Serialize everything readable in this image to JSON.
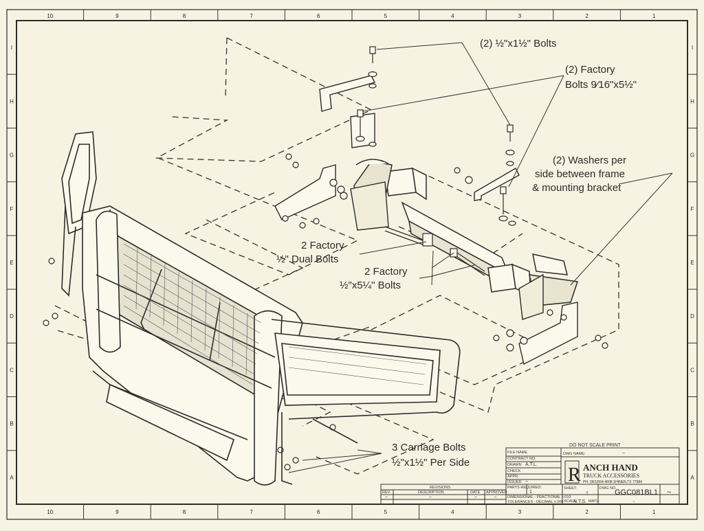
{
  "border": {
    "columns": [
      "10",
      "9",
      "8",
      "7",
      "6",
      "5",
      "4",
      "3",
      "2",
      "1"
    ],
    "rows": [
      "I",
      "H",
      "G",
      "F",
      "E",
      "D",
      "C",
      "B",
      "A"
    ]
  },
  "callouts": {
    "bolts_top": "(2) ½\"x1½\" Bolts",
    "factory_bolts_1": "(2) Factory",
    "factory_bolts_2": "Bolts 9⁄16\"x5½\"",
    "washers_1": "(2) Washers per",
    "washers_2": "side between frame",
    "washers_3": "& mounting bracket",
    "dual_bolts_1": "2 Factory",
    "dual_bolts_2": "½\" Dual Bolts",
    "factory_2_1": "2 Factory",
    "factory_2_2": "½\"x5¼\" Bolts",
    "carriage_1": "3 Carriage Bolts",
    "carriage_2": "½\"x1½\" Per Side"
  },
  "title_block": {
    "do_not_scale": "DO NOT SCALE PRINT",
    "file_name_label": "FILE NAME",
    "contract_label": "CONTRACT NO.",
    "drawn_label": "DRAWN",
    "drawn_value": "A.T.L.",
    "check_label": "CHECK",
    "appr_label": "APPR.",
    "issued_label": "ISSUED",
    "issued_value": "~",
    "dwg_name_label": "DWG NAME:",
    "dwg_name_value": "~",
    "company_initial": "R",
    "company_name": "ANCH HAND",
    "company_sub": "TRUCK ACCESSORIES",
    "company_contact": "PH. (361)594-4608 SHINER,TX 77984",
    "parts_required_label": "PARTS REQUIRED:",
    "parts_required_value": "1",
    "dim_frac": "DIMENSIONAL - FRACTIONAL ±.010",
    "tol_dec": "TOLERANCES - DECIMAL ±.005",
    "sheet_label": "SHEET:",
    "sheet_value": "1",
    "scale_label": "SCALE",
    "scale_value": "N.T.S.",
    "matl_label": "MATL:",
    "matl_value": "~",
    "dwg_no_label": "DWG NO.",
    "dwg_no_value": "GGC081BL1",
    "rev_value": "~",
    "revisions_label": "REVISIONS",
    "rev_col": "REV.",
    "desc_col": "DESCRIPTION",
    "date_col": "DATE",
    "approved_col": "APPROVED",
    "rev_row": [
      "~",
      "~",
      "~",
      "~"
    ]
  }
}
